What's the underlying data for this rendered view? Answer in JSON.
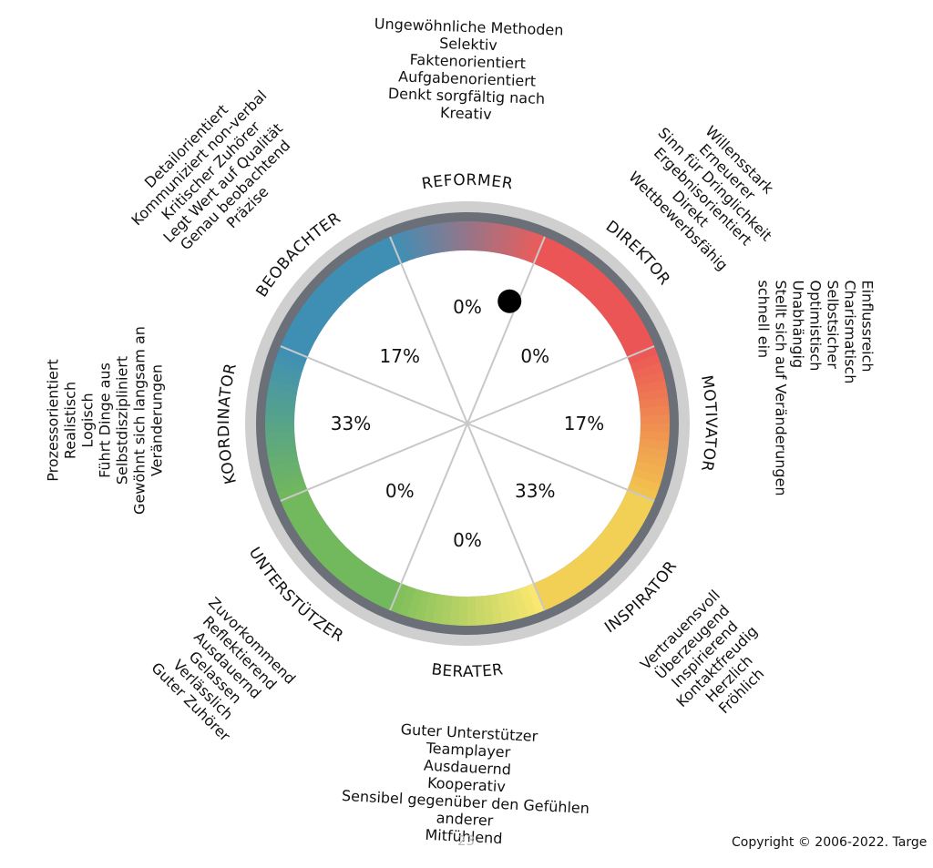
{
  "colors": {
    "outer_ring": "#cfcfcf",
    "dark_ring": "#6b6f78",
    "spoke": "#c8c8c8",
    "marker": "#000000",
    "background": "#ffffff"
  },
  "wheel": {
    "segments": [
      {
        "key": "reformer",
        "label": "REFORMER",
        "percent": "0%",
        "color_start": "#3f8fb5",
        "color_end": "#ec5c5c",
        "traits": [
          "Ungewöhnliche Methoden",
          "Selektiv",
          "Faktenorientiert",
          "Aufgabenorientiert",
          "Denkt sorgfältig nach",
          "Kreativ"
        ]
      },
      {
        "key": "direktor",
        "label": "DIREKTOR",
        "percent": "0%",
        "color_start": "#ec5555",
        "color_end": "#ec5555",
        "traits": [
          "Willensstark",
          "Erneuerer",
          "Sinn für Dringlichkeit",
          "Ergebnisorientiert",
          "Direkt",
          "Wettbewerbsfähig"
        ]
      },
      {
        "key": "motivator",
        "label": "MOTIVATOR",
        "percent": "17%",
        "color_start": "#ec5555",
        "color_end": "#f2c54e",
        "traits": [
          "Einflussreich",
          "Charismatisch",
          "Selbstsicher",
          "Optimistisch",
          "Unabhängig",
          "Stellt sich auf Veränderungen",
          "schnell ein"
        ]
      },
      {
        "key": "inspirator",
        "label": "INSPIRATOR",
        "percent": "33%",
        "color_start": "#f2cf55",
        "color_end": "#f2cf55",
        "traits": [
          "Vertrauensvoll",
          "Überzeugend",
          "Inspirierend",
          "Kontaktfreudig",
          "Herzlich",
          "Fröhlich"
        ]
      },
      {
        "key": "berater",
        "label": "BERATER",
        "percent": "0%",
        "color_start": "#fde870",
        "color_end": "#7dbf5a",
        "traits": [
          "Guter Unterstützer",
          "Teamplayer",
          "Ausdauernd",
          "Kooperativ",
          "Sensibel gegenüber den Gefühlen",
          "anderer",
          "Mitfühlend"
        ]
      },
      {
        "key": "unterstuetzer",
        "label": "UNTERSTÜTZER",
        "percent": "0%",
        "color_start": "#72b85c",
        "color_end": "#72b85c",
        "traits": [
          "Zuvorkommend",
          "Reflektierend",
          "Ausdauernd",
          "Gelassen",
          "Verlässlich",
          "Guter Zuhörer"
        ]
      },
      {
        "key": "koordinator",
        "label": "KOORDINATOR",
        "percent": "33%",
        "color_start": "#72b85c",
        "color_end": "#3f8fb5",
        "traits": [
          "Prozessorientiert",
          "Realistisch",
          "Logisch",
          "Führt Dinge aus",
          "Selbstdiszipliniert",
          "Gewöhnt sich langsam an",
          "Veränderungen"
        ]
      },
      {
        "key": "beobachter",
        "label": "BEOBACHTER",
        "percent": "17%",
        "color_start": "#3f8fb5",
        "color_end": "#3f8fb5",
        "traits": [
          "Detailorientiert",
          "Kommuniziert non-verbal",
          "Kritischer Zuhörer",
          "Legt Wert auf Qualität",
          "Genau beobachtend",
          "Präzise"
        ]
      }
    ]
  },
  "copyright": "Copyright © 2006-2022. Targe",
  "page_number": "23"
}
